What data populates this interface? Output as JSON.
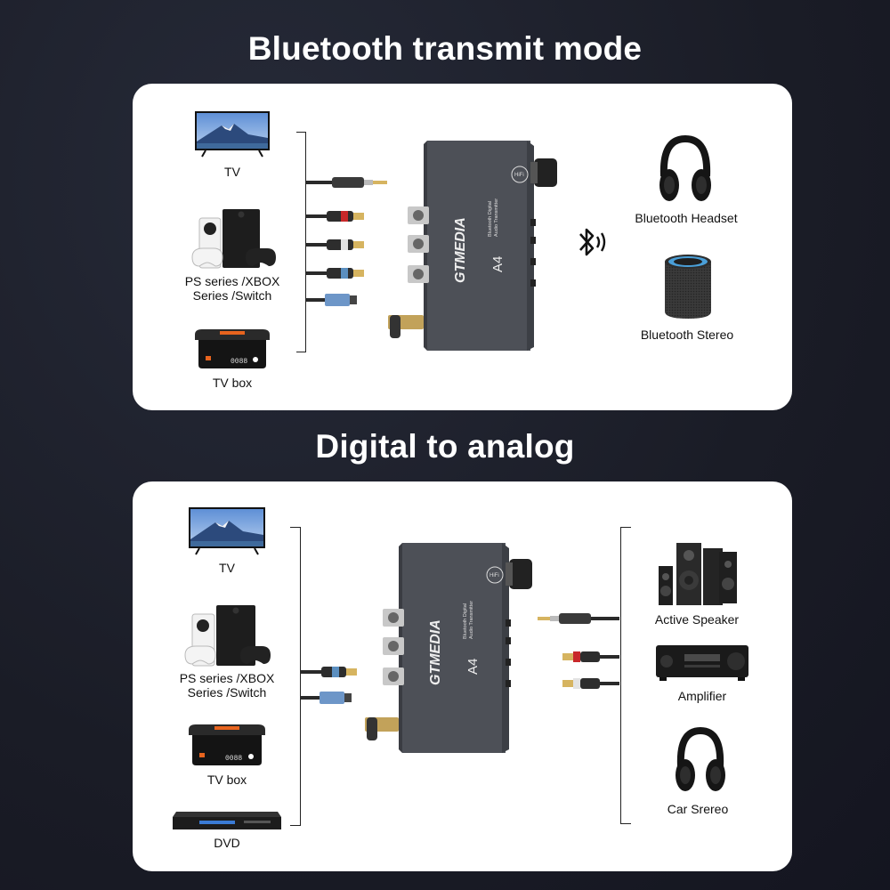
{
  "section1": {
    "title": "Bluetooth transmit mode",
    "sources": {
      "tv": "TV",
      "console": "PS series /XBOX\nSeries /Switch",
      "tvbox": "TV box"
    },
    "targets": {
      "headset": "Bluetooth Headset",
      "stereo": "Bluetooth Stereo"
    },
    "device": {
      "brand": "GTMEDIA",
      "model": "A4",
      "sub1": "Bluetooth Digital",
      "sub2": "Audio Transmitter",
      "badge": "HiFi"
    },
    "bt_icon": "bluetooth-wave-icon"
  },
  "section2": {
    "title": "Digital to analog",
    "sources": {
      "tv": "TV",
      "console": "PS series /XBOX\nSeries /Switch",
      "tvbox": "TV box",
      "dvd": "DVD"
    },
    "targets": {
      "speaker": "Active Speaker",
      "amplifier": "Amplifier",
      "car": "Car Srereo"
    },
    "device": {
      "brand": "GTMEDIA",
      "model": "A4",
      "sub1": "Bluetooth Digital",
      "sub2": "Audio Transmitter",
      "badge": "HiFi"
    }
  },
  "tvbox_display": "0088",
  "colors": {
    "background": "#1b1d28",
    "panel": "#ffffff",
    "device_body": "#4a4d54",
    "rca_red": "#c8282a",
    "rca_white": "#d8d8d8",
    "coax_blue": "#5b8fc0",
    "tvbox_accent": "#e8641e"
  }
}
